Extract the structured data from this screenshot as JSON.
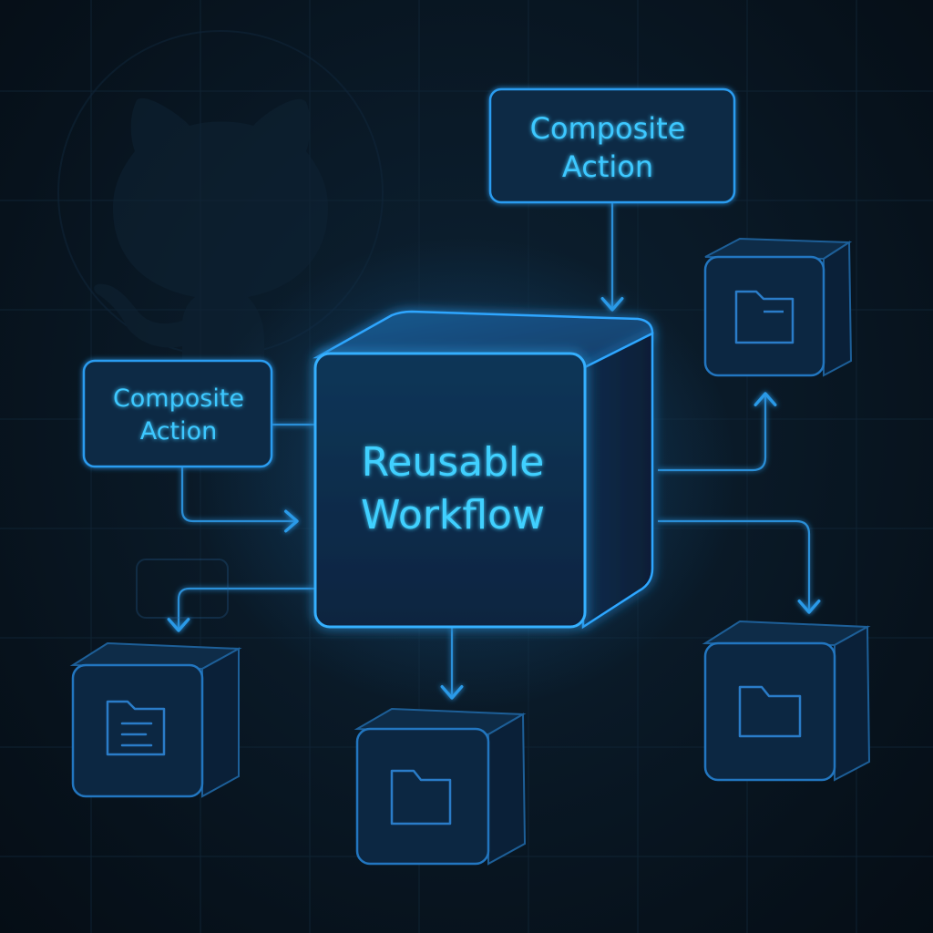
{
  "colors": {
    "background": "#07121c",
    "grid": "#12283a",
    "accent": "#2fa8ff",
    "accent_glow": "#1f8fff",
    "text": "#3cc8ff",
    "cube_fill": "#0b2a44",
    "dim_cube": "#1a4a78",
    "connector": "#2a8fd8"
  },
  "icons": {
    "logo": "github-octocat-icon",
    "folder": "folder-icon",
    "document": "document-icon"
  },
  "nodes": {
    "center": {
      "line1": "Reusable",
      "line2": "Workflow"
    },
    "top": {
      "line1": "Composite",
      "line2": "Action"
    },
    "left": {
      "line1": "Composite",
      "line2": "Action"
    }
  }
}
